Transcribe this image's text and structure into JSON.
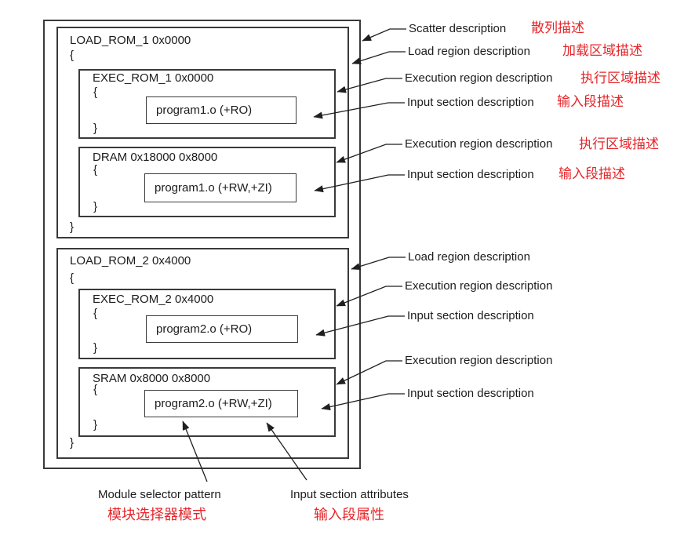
{
  "colors": {
    "label_red": "#e5262a",
    "line_black": "#2a2a2a",
    "border_gray": "#3a3a3a"
  },
  "scatter": {
    "load_regions": [
      {
        "title": "LOAD_ROM_1 0x0000",
        "brace_open": "{",
        "brace_close": "}",
        "children": [
          {
            "title": "EXEC_ROM_1 0x0000",
            "brace_open": "{",
            "brace_close": "}",
            "input_section": "program1.o (+RO)"
          },
          {
            "title": "DRAM 0x18000 0x8000",
            "brace_open": "{",
            "brace_close": "}",
            "input_section": "program1.o (+RW,+ZI)"
          }
        ]
      },
      {
        "title": "LOAD_ROM_2 0x4000",
        "brace_open": "{",
        "brace_close": "}",
        "children": [
          {
            "title": "EXEC_ROM_2 0x4000",
            "brace_open": "{",
            "brace_close": "}",
            "input_section": "program2.o (+RO)"
          },
          {
            "title": "SRAM 0x8000 0x8000",
            "brace_open": "{",
            "brace_close": "}",
            "input_section": "program2.o (+RW,+ZI)"
          }
        ]
      }
    ]
  },
  "callouts": [
    {
      "en": "Scatter description",
      "zh": "散列描述"
    },
    {
      "en": "Load region description",
      "zh": "加载区域描述"
    },
    {
      "en": "Execution region description",
      "zh": "执行区域描述"
    },
    {
      "en": "Input section description",
      "zh": "输入段描述"
    },
    {
      "en": "Execution region description",
      "zh": "执行区域描述"
    },
    {
      "en": "Input section description",
      "zh": "输入段描述"
    },
    {
      "en": "Load region description"
    },
    {
      "en": "Execution region description"
    },
    {
      "en": "Input section description"
    },
    {
      "en": "Execution region description"
    },
    {
      "en": "Input section description"
    }
  ],
  "footnotes": [
    {
      "en": "Module selector pattern",
      "zh": "模块选择器模式"
    },
    {
      "en": "Input section attributes",
      "zh": "输入段属性"
    }
  ]
}
